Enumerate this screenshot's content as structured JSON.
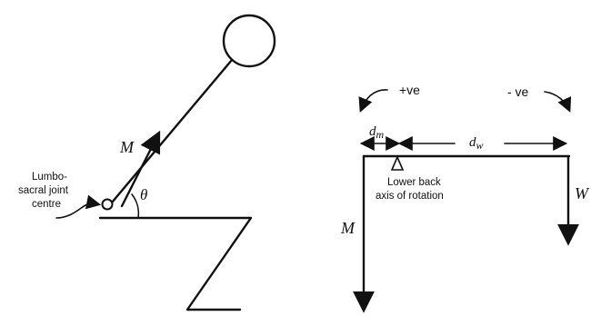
{
  "left_figure": {
    "force_label": "M",
    "angle_label": "θ",
    "joint_label_lines": [
      "Lumbo-",
      "sacral joint",
      "centre"
    ]
  },
  "right_diagram": {
    "positive_label": "+ve",
    "negative_label": "- ve",
    "dm_base": "d",
    "dm_sub": "m",
    "dw_base": "d",
    "dw_sub": "w",
    "pivot_label_lines": [
      "Lower back",
      "axis of rotation"
    ],
    "left_force_label": "M",
    "right_force_label": "W"
  }
}
